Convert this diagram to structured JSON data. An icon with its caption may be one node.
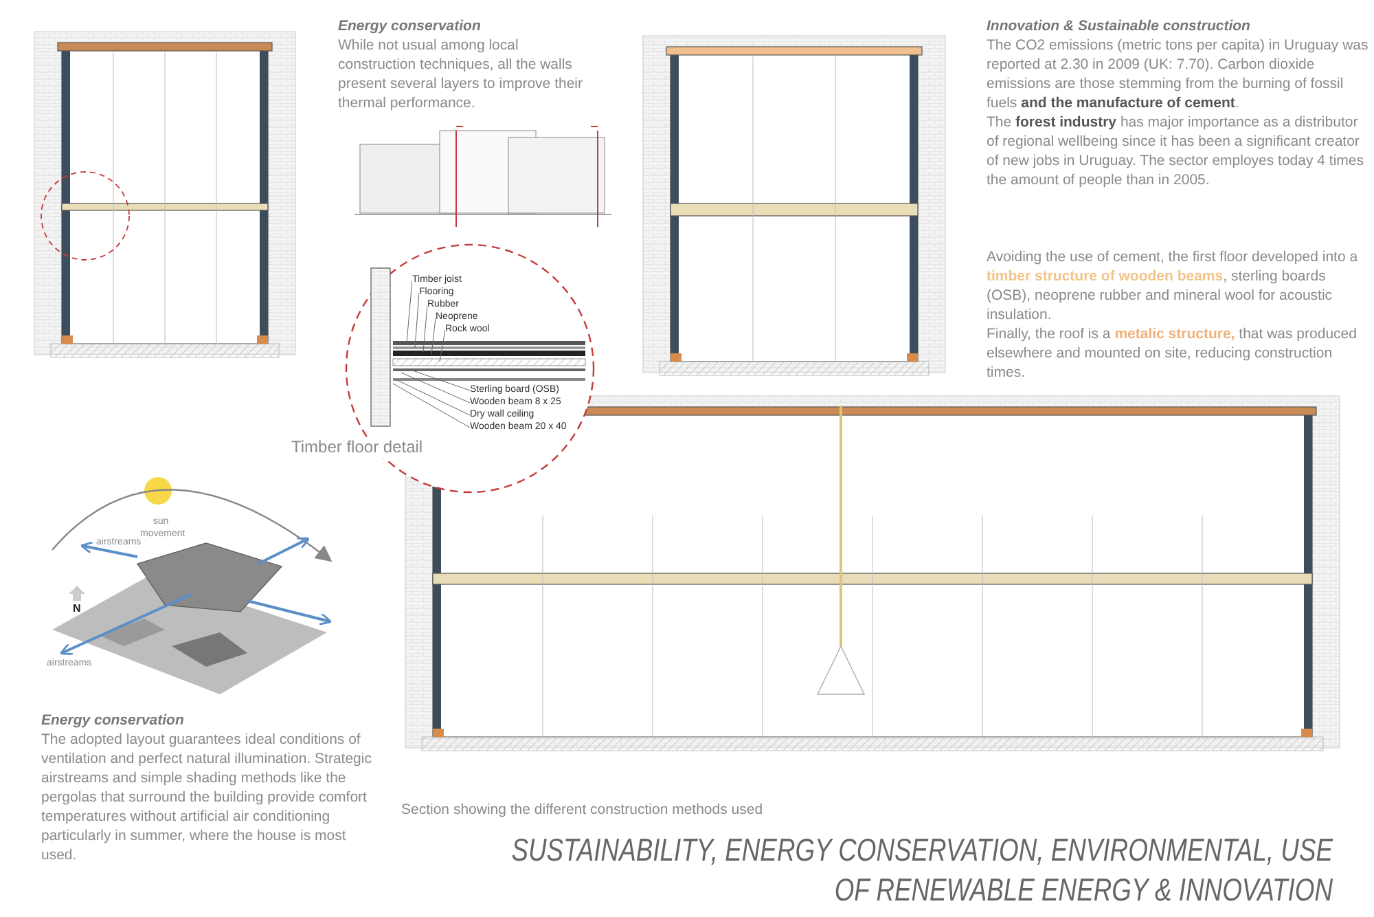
{
  "diagram": {
    "title": "SUSTAINABILITY, ENERGY CONSERVATION, ENVIRONMENTAL, USE OF RENEWABLE ENERGY & INNOVATION",
    "nodes": [
      {
        "text": [
          "Timber joist"
        ]
      },
      {
        "text": [
          "Flooring"
        ]
      },
      {
        "text": [
          "Rubber"
        ]
      },
      {
        "text": [
          "Neoprene"
        ]
      },
      {
        "text": [
          "Rock wool"
        ]
      },
      {
        "text": [
          "Sterling board (OSB)"
        ]
      },
      {
        "text": [
          "Wooden beam 8 x 25"
        ]
      },
      {
        "text": [
          "Dry wall ceiling"
        ]
      },
      {
        "text": [
          "Wooden beam 20 x 40"
        ]
      }
    ],
    "edges": [
      {
        "from": 0,
        "to": null,
        "arrow": "none"
      },
      {
        "from": 1,
        "to": null,
        "arrow": "none"
      },
      {
        "from": 2,
        "to": null,
        "arrow": "none"
      },
      {
        "from": 3,
        "to": null,
        "arrow": "none"
      },
      {
        "from": 4,
        "to": null,
        "arrow": "none"
      },
      {
        "from": 5,
        "to": null,
        "arrow": "none"
      },
      {
        "from": 6,
        "to": null,
        "arrow": "none"
      },
      {
        "from": 7,
        "to": null,
        "arrow": "none"
      },
      {
        "from": 8,
        "to": null,
        "arrow": "none"
      }
    ],
    "labels": [
      "Energy conservation",
      "While not usual among local construction techniques, all the walls present several layers to improve their thermal performance.",
      "Innovation & Sustainable construction",
      "The CO2 emissions (metric tons per capita) in Uruguay was reported at 2.30 in 2009 (UK: 7.70). Carbon dioxide emissions are those stemming from the burning of fossil fuels **and the manufacture of cement**.",
      "The **forest industry** has major importance as a distributor of regional wellbeing since it has been a significant creator of new jobs in Uruguay. The sector employes today 4 times the amount of people than in 2005.",
      "Avoiding the use of cement, the first floor developed into a **timber structure of wooden beams**, sterling boards (OSB), neoprene rubber and mineral wool for acoustic insulation.",
      "Finally, the roof is a **metalic structure,** that was produced elsewhere and mounted on site, reducing construction times.",
      "Timber floor detail",
      "sun movement",
      "airstreams",
      "N",
      "airstreams",
      "Energy conservation",
      "The adopted layout guarantees ideal conditions of ventilation and perfect natural illumination. Strategic airstreams and simple shading  methods like the pergolas that surround the building provide comfort temperatures without artificial air conditioning particularly in summer, where the house is most used.",
      "Section showing the different construction methods used"
    ]
  }
}
